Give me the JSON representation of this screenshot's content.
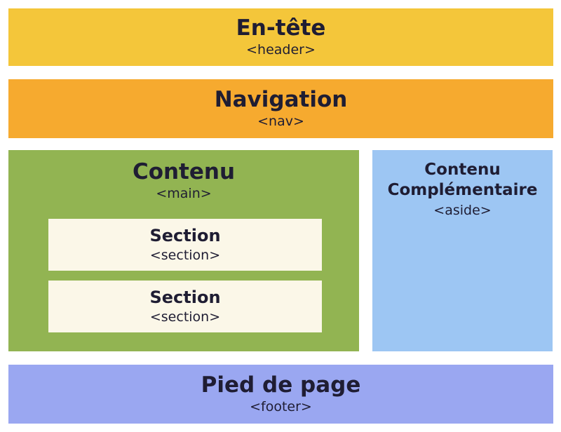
{
  "header": {
    "title": "En-tête",
    "tag": "<header>"
  },
  "nav": {
    "title": "Navigation",
    "tag": "<nav>"
  },
  "main": {
    "title": "Contenu",
    "tag": "<main>",
    "sections": [
      {
        "title": "Section",
        "tag": "<section>"
      },
      {
        "title": "Section",
        "tag": "<section>"
      }
    ]
  },
  "aside": {
    "title_line1": "Contenu",
    "title_line2": "Complémentaire",
    "tag": "<aside>"
  },
  "footer": {
    "title": "Pied de page",
    "tag": "<footer>"
  },
  "colors": {
    "header": "#f4c63a",
    "nav": "#f6aa2f",
    "main": "#92b452",
    "section": "#fbf7e8",
    "aside": "#9dc6f3",
    "footer": "#9aa7f1",
    "text": "#1f1d33"
  }
}
